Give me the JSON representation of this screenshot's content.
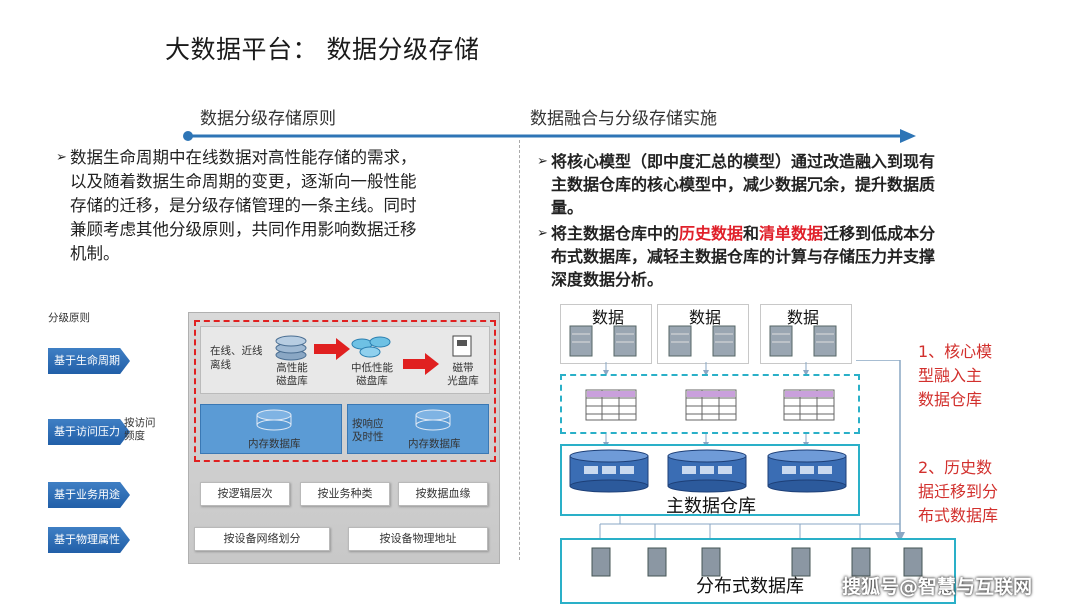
{
  "title": "大数据平台：  数据分级存储",
  "timeline": {
    "left_label": "数据分级存储原则",
    "right_label": "数据融合与分级存储实施"
  },
  "left_text": {
    "lines": [
      "数据生命周期中在线数据对高性能存储的需求，",
      "以及随着数据生命周期的变更，逐渐向一般性能",
      "存储的迁移，是分级存储管理的一条主线。同时",
      "兼顾考虑其他分级原则，共同作用影响数据迁移",
      "机制。"
    ]
  },
  "right_text": {
    "b1_lines": [
      "将核心模型（即中度汇总的模型）通过改造融入到现有",
      "主数据仓库的核心模型中，减少数据冗余，提升数据质",
      "量。"
    ],
    "b2_pre": "将主数据仓库中的",
    "b2_red1": "历史数据",
    "b2_mid": "和",
    "b2_red2": "清单数据",
    "b2_post": "迁移到低成本分",
    "b2_lines": [
      "布式数据库，减轻主数据仓库的计算与存储压力并支撑",
      "深度数据分析。"
    ]
  },
  "left_diagram": {
    "header": "分级原则",
    "tags": [
      "基于生命周期",
      "基于访问压力",
      "基于业务用途",
      "基于物理属性"
    ],
    "access_note": [
      "按访问",
      "频度"
    ],
    "row1": {
      "online_label": [
        "在线、近线",
        "离线"
      ],
      "high_perf": [
        "高性能",
        "磁盘库"
      ],
      "mid_low": [
        "中低性能",
        "磁盘库"
      ],
      "tape": [
        "磁带",
        "光盘库"
      ]
    },
    "row2": {
      "memdb_left": "内存数据库",
      "response_label": [
        "按响应",
        "及时性"
      ],
      "memdb_right": "内存数据库"
    },
    "buttons_row1": [
      "按逻辑层次",
      "按业务种类",
      "按数据血缘"
    ],
    "buttons_row2": [
      "按设备网络划分",
      "按设备物理地址"
    ]
  },
  "right_diagram": {
    "data_labels": [
      "数据",
      "数据",
      "数据"
    ],
    "warehouse_label": "主数据仓库",
    "distributed_label": "分布式数据库",
    "note1": [
      "1、核心模",
      "型融入主",
      "数据仓库"
    ],
    "note2": [
      "2、历史数",
      "据迁移到分",
      "布式数据库"
    ]
  },
  "watermark": "搜狐号@智慧与互联网",
  "colors": {
    "accent_blue": "#2e75b6",
    "red": "#e0202a",
    "teal": "#2ab0c8",
    "note_red": "#d2302d"
  }
}
